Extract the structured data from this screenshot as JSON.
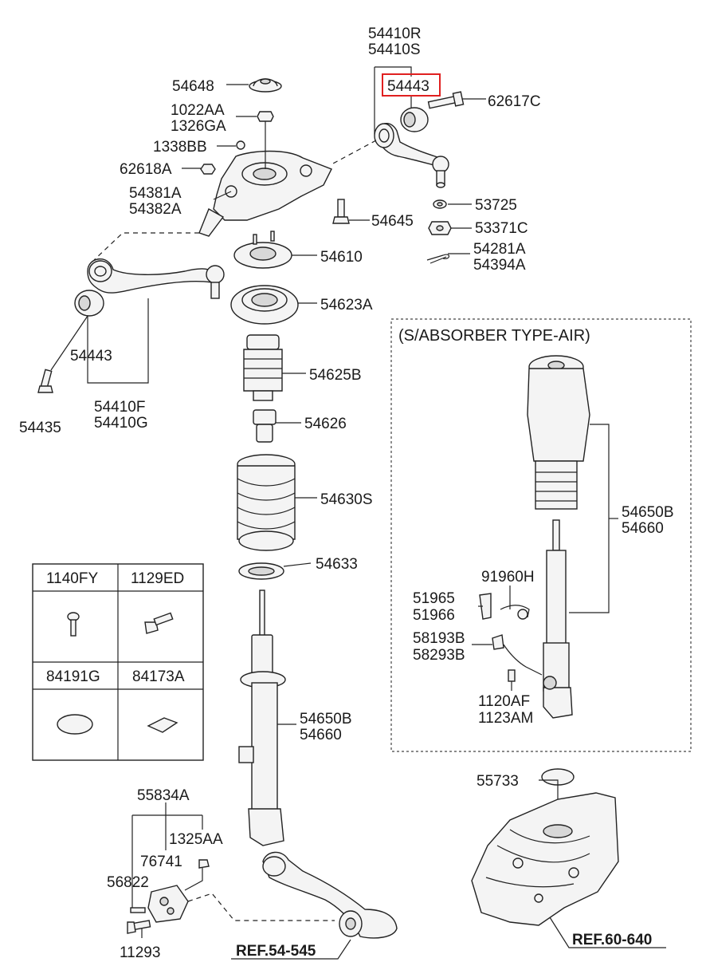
{
  "labels": {
    "p54410R": "54410R",
    "p54410S": "54410S",
    "p54443_top": "54443",
    "p62617C": "62617C",
    "p54648": "54648",
    "p1022AA": "1022AA",
    "p1326GA": "1326GA",
    "p1338BB": "1338BB",
    "p62618A": "62618A",
    "p54381A": "54381A",
    "p54382A": "54382A",
    "p53725": "53725",
    "p53371C": "53371C",
    "p54645": "54645",
    "p54281A": "54281A",
    "p54394A": "54394A",
    "p54610": "54610",
    "p54623A": "54623A",
    "p54443_left": "54443",
    "p54625B": "54625B",
    "p54410F": "54410F",
    "p54410G": "54410G",
    "p54435": "54435",
    "p54626": "54626",
    "p54630S": "54630S",
    "p54633": "54633",
    "p54650B_main": "54650B",
    "p54660_main": "54660",
    "p55834A": "55834A",
    "p1325AA": "1325AA",
    "p76741": "76741",
    "p56822": "56822",
    "p11293": "11293",
    "ref_54545": "REF.54-545",
    "air_title": "(S/ABSORBER TYPE-AIR)",
    "p54650B_air": "54650B",
    "p54660_air": "54660",
    "p91960H": "91960H",
    "p51965": "51965",
    "p51966": "51966",
    "p58193B": "58193B",
    "p58293B": "58293B",
    "p1120AF": "1120AF",
    "p1123AM": "1123AM",
    "p55733": "55733",
    "ref_60640": "REF.60-640"
  },
  "grid": {
    "cells": [
      "1140FY",
      "1129ED",
      "84191G",
      "84173A"
    ]
  },
  "highlight": {
    "color": "#e02020",
    "part": "54443"
  }
}
